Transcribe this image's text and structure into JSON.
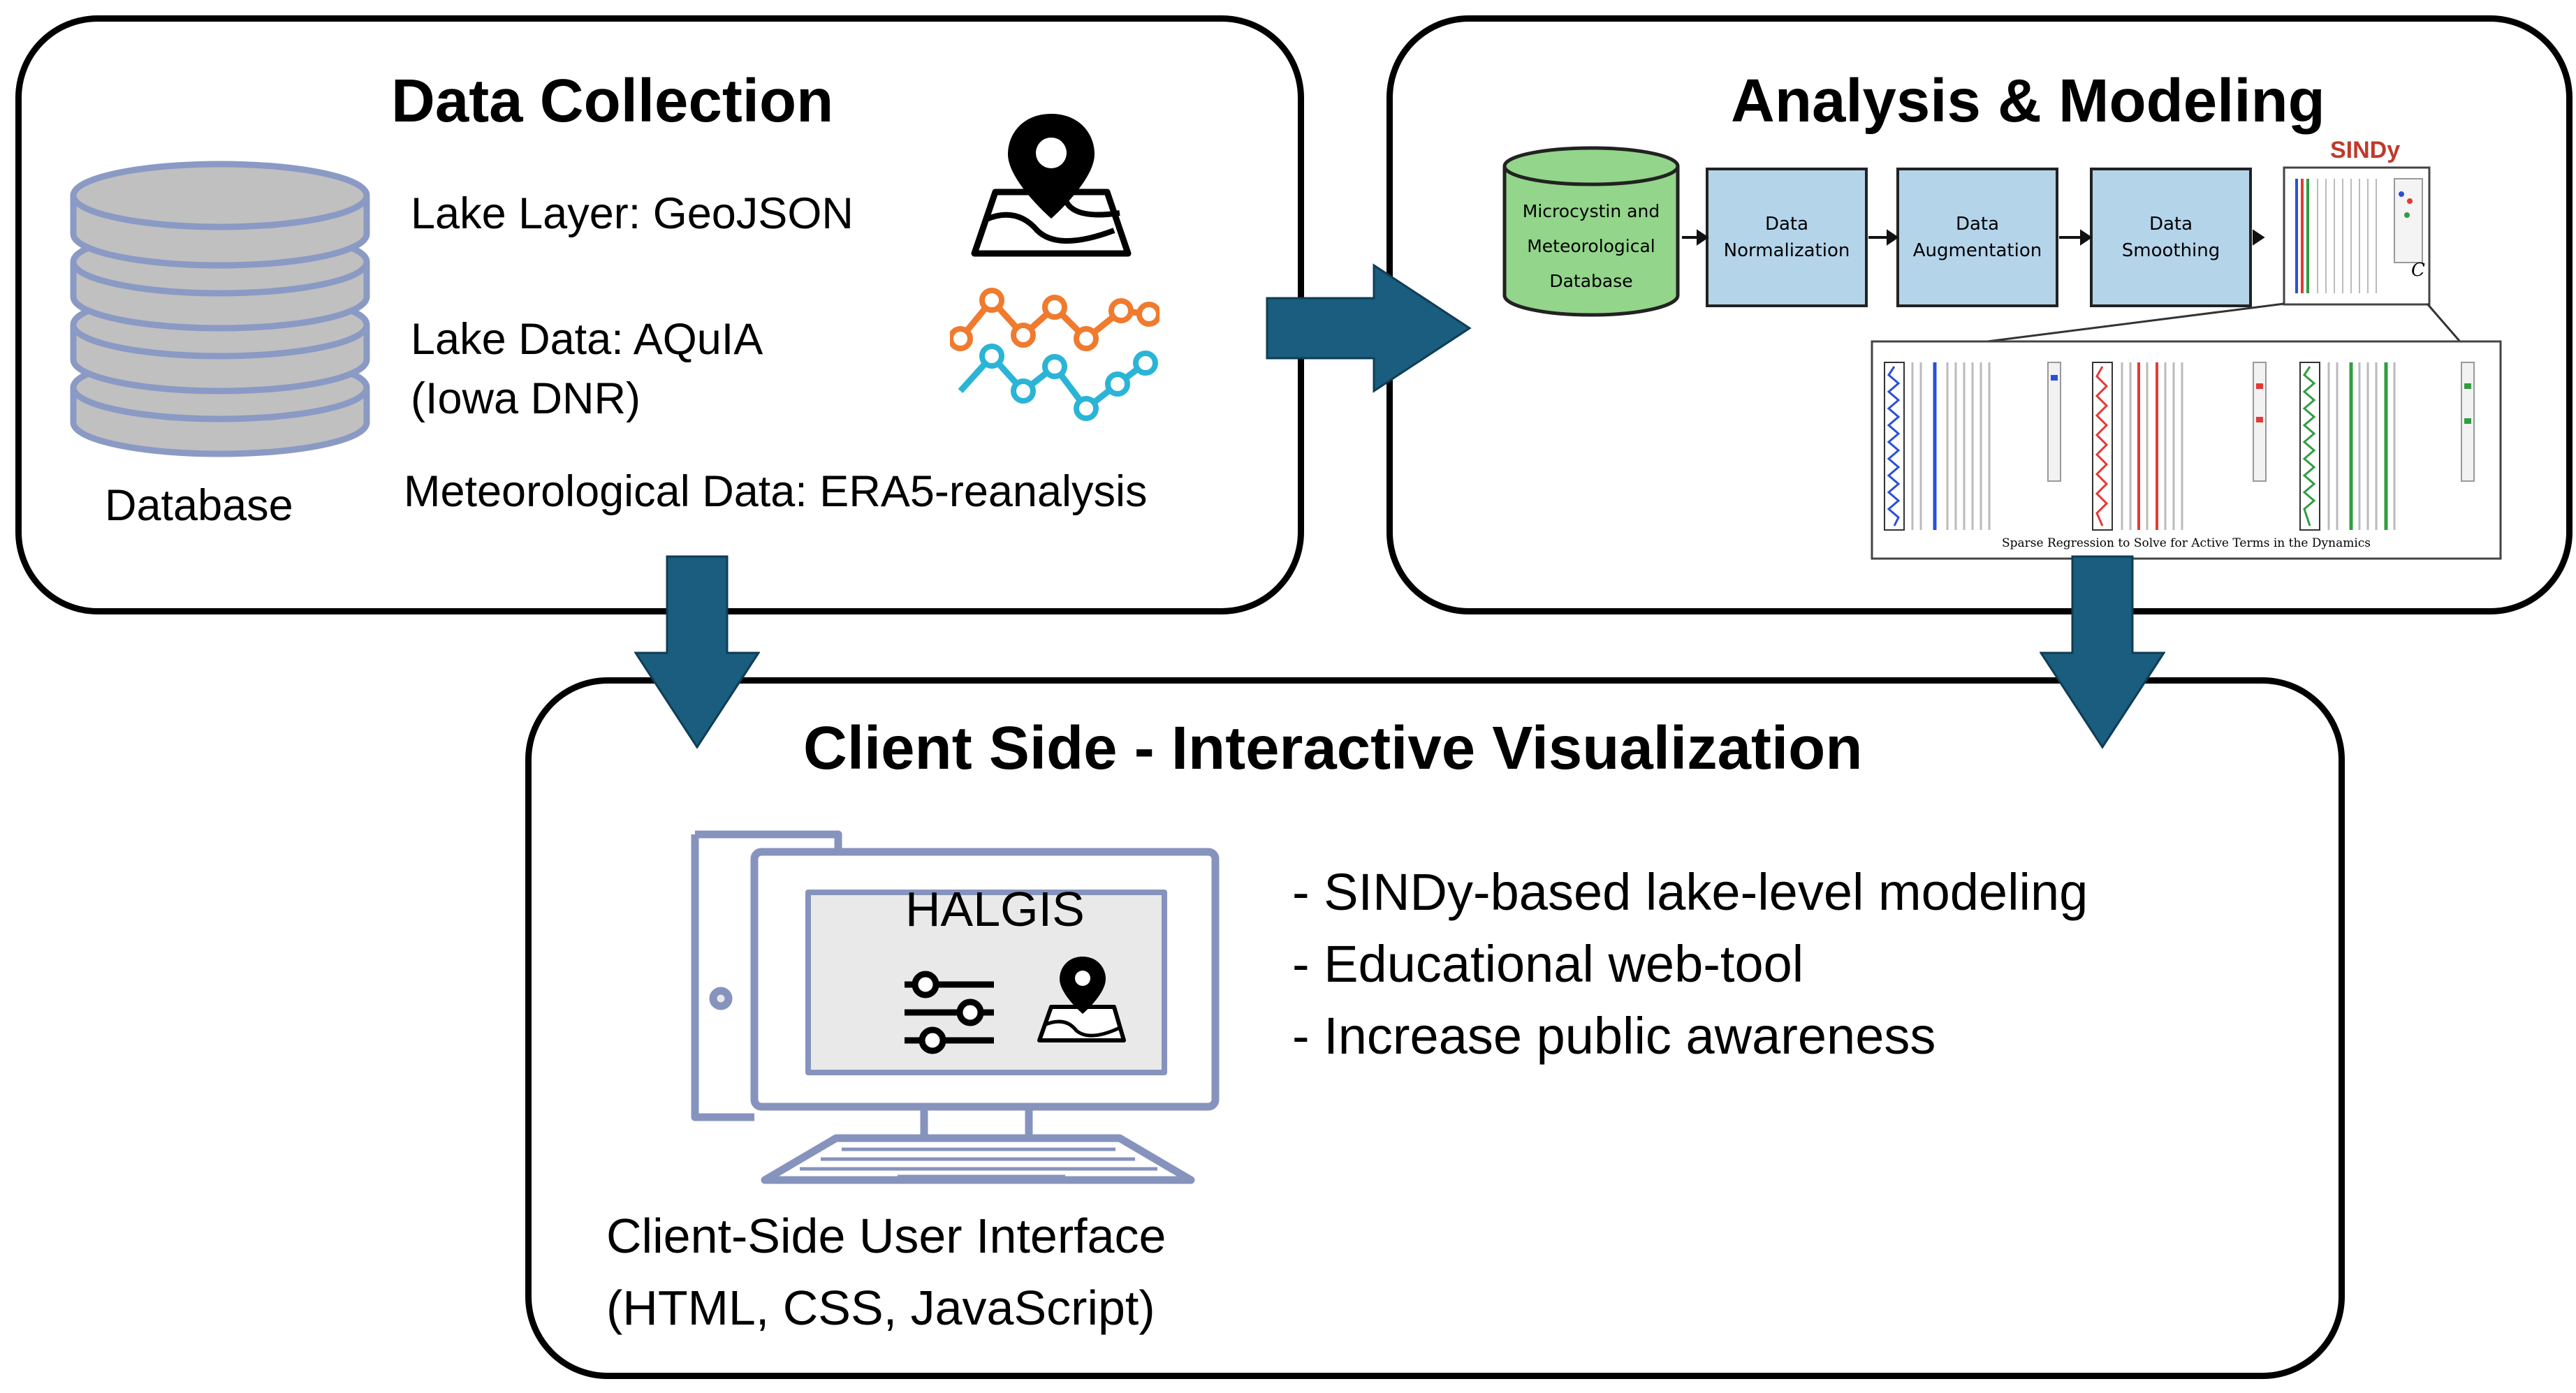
{
  "data_collection": {
    "title": "Data Collection",
    "database_label": "Database",
    "lake_layer": "Lake Layer: GeoJSON",
    "lake_data_line1": "Lake Data: AQuIA",
    "lake_data_line2": "(Iowa DNR)",
    "meteorological": "Meteorological Data: ERA5-reanalysis"
  },
  "analysis": {
    "title": "Analysis & Modeling",
    "db_line1": "Microcystin and",
    "db_line2": "Meteorological",
    "db_line3": "Database",
    "step1_line1": "Data",
    "step1_line2": "Normalization",
    "step2_line1": "Data",
    "step2_line2": "Augmentation",
    "step3_line1": "Data",
    "step3_line2": "Smoothing",
    "sindy_label": "SINDy",
    "matrix_c": "C",
    "regression_caption": "Sparse Regression to Solve for Active Terms in the Dynamics"
  },
  "client": {
    "title": "Client Side - Interactive Visualization",
    "screen_title": "HALGIS",
    "ui_label_line1": "Client-Side User Interface",
    "ui_label_line2": "(HTML, CSS, JavaScript)",
    "bullets": [
      "- SINDy-based lake-level modeling",
      "- Educational web-tool",
      "- Increase public awareness"
    ]
  },
  "colors": {
    "arrow": "#1a5d7e",
    "database_fill": "#c0c0c0",
    "database_stroke": "#8a9ac4",
    "flow_box": "#b4d4ea",
    "db_green": "#93d58a",
    "series_orange": "#f07a2d",
    "series_cyan": "#2ab4d6",
    "computer_stroke": "#8693bd"
  }
}
